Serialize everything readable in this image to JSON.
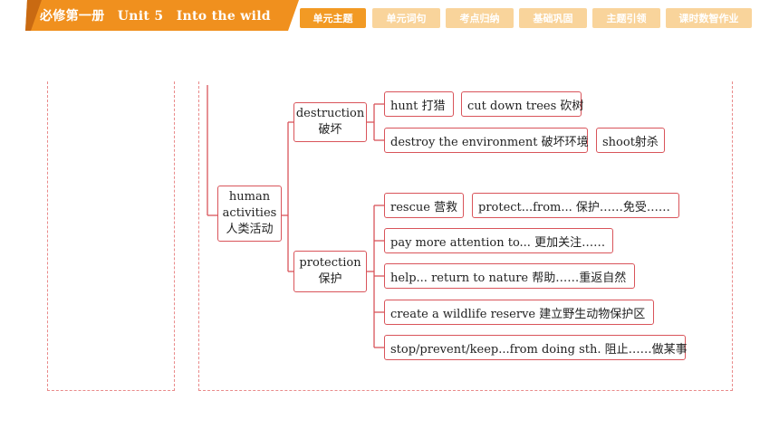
{
  "header": {
    "title": "必修第一册　Unit 5　Into the wild",
    "nav_tabs": [
      {
        "label": "单元主题",
        "active": true
      },
      {
        "label": "单元词句",
        "active": false
      },
      {
        "label": "考点归纳",
        "active": false
      },
      {
        "label": "基础巩固",
        "active": false
      },
      {
        "label": "主题引领",
        "active": false
      },
      {
        "label": "课时数智作业",
        "active": false
      }
    ]
  },
  "mindmap": {
    "root": {
      "en": "human activities",
      "zh": "人类活动"
    },
    "branches": [
      {
        "en": "destruction",
        "zh": "破坏",
        "items": [
          "hunt 打猎",
          "cut down trees 砍树",
          "destroy the environment 破坏环境",
          "shoot射杀"
        ]
      },
      {
        "en": "protection",
        "zh": "保护",
        "items": [
          "rescue 营救",
          "protect...from... 保护……免受……",
          "pay more attention to... 更加关注……",
          "help... return to nature 帮助……重返自然",
          "create a wildlife reserve 建立野生动物保护区",
          "stop/prevent/keep...from doing sth. 阻止……做某事"
        ]
      }
    ]
  },
  "colors": {
    "accent": "#f29a24",
    "accent_light": "#f9d49b",
    "box_border": "#d9545a",
    "title_bg": "#f0901e"
  }
}
